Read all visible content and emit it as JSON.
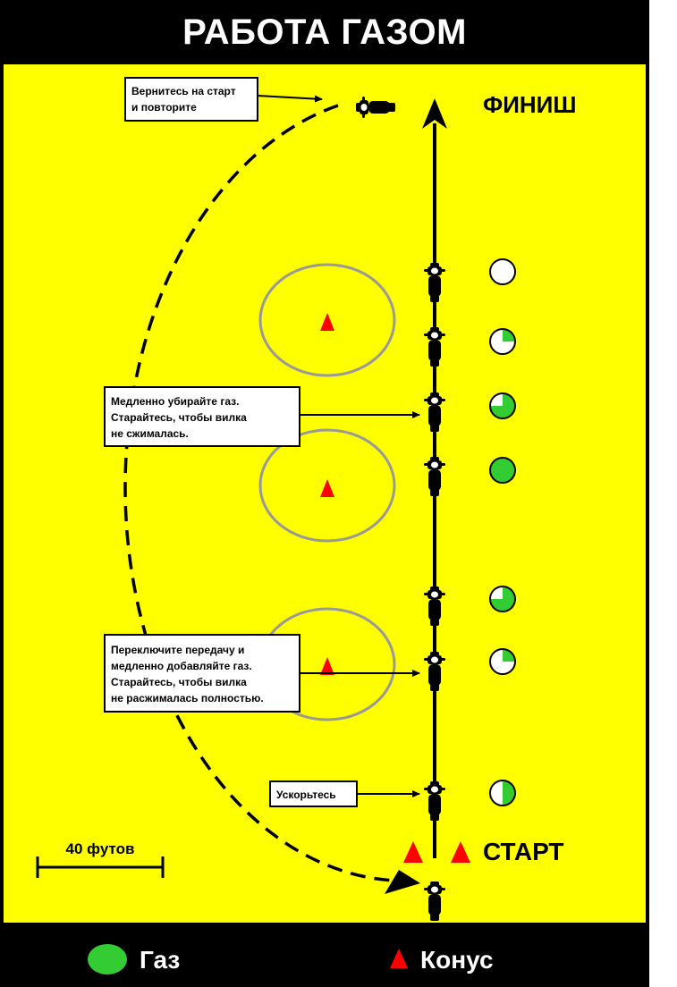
{
  "title": "РАБОТА ГАЗОМ",
  "labels": {
    "finish": "ФИНИШ",
    "start": "СТАРТ",
    "scale": "40 футов"
  },
  "callouts": {
    "return": [
      "Вернитесь на старт",
      "и повторите"
    ],
    "release": [
      "Медленно убирайте газ.",
      "Старайтесь, чтобы вилка",
      "не сжималась."
    ],
    "shift": [
      "Переключите передачу и",
      "медленно добавляйте газ.",
      "Старайтесь, чтобы вилка",
      "не расжималась полностью."
    ],
    "accelerate": [
      "Ускорьтесь"
    ]
  },
  "throttle_levels": [
    0,
    0.25,
    0.75,
    1,
    0.75,
    0.25,
    0.5
  ],
  "legend": {
    "throttle": "Газ",
    "cone": "Конус"
  },
  "colors": {
    "background": "#ffff00",
    "frame": "#000000",
    "throttle": "#33cc33",
    "cone": "#ff0000",
    "circle": "#999999"
  }
}
